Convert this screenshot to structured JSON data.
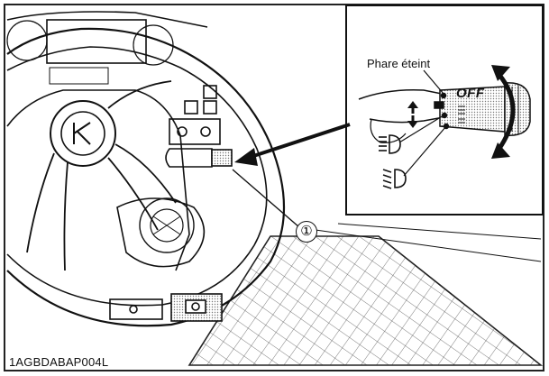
{
  "labels": {
    "headlight_off": "Phare éteint",
    "switch_off": "OFF",
    "callout": "①",
    "figure_code": "1AGBDABAP004L"
  },
  "icons": {
    "high_beam": "high-beam-icon",
    "low_beam": "low-beam-icon",
    "rotation_arrow": "rotation-arrow-icon",
    "pointer_arrow": "pointer-arrow-icon",
    "logo": "kubota-logo-icon"
  },
  "colors": {
    "line": "#111111",
    "stipple": "#cfcfcf",
    "background": "#ffffff"
  }
}
